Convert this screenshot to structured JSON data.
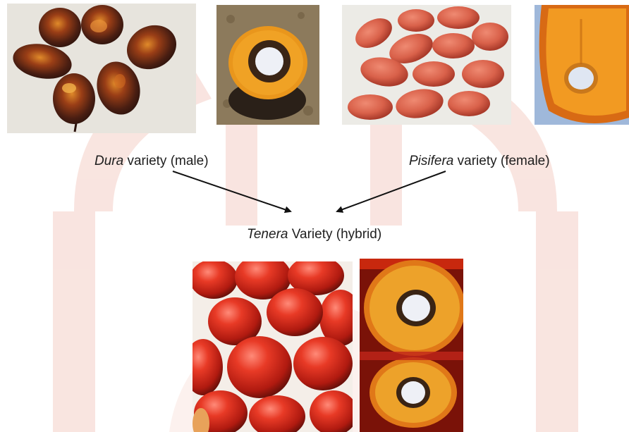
{
  "captions": {
    "dura": {
      "name": "Dura",
      "rest": " variety (male)"
    },
    "pisifera": {
      "name": "Pisifera",
      "rest": " variety (female)"
    },
    "tenera": {
      "name": "Tenera",
      "rest": " Variety (hybrid)"
    }
  },
  "colors": {
    "watermark": "#f7dcd6",
    "dura_fruit_dark": "#3a1a12",
    "dura_fruit_glow": "#d9761e",
    "pisifera_fruit": "#d9614a",
    "tenera_fruit": "#d62a1c",
    "mesocarp_orange": "#ee9a1e",
    "kernel_white": "#eef0f6",
    "arrow": "#111111"
  }
}
